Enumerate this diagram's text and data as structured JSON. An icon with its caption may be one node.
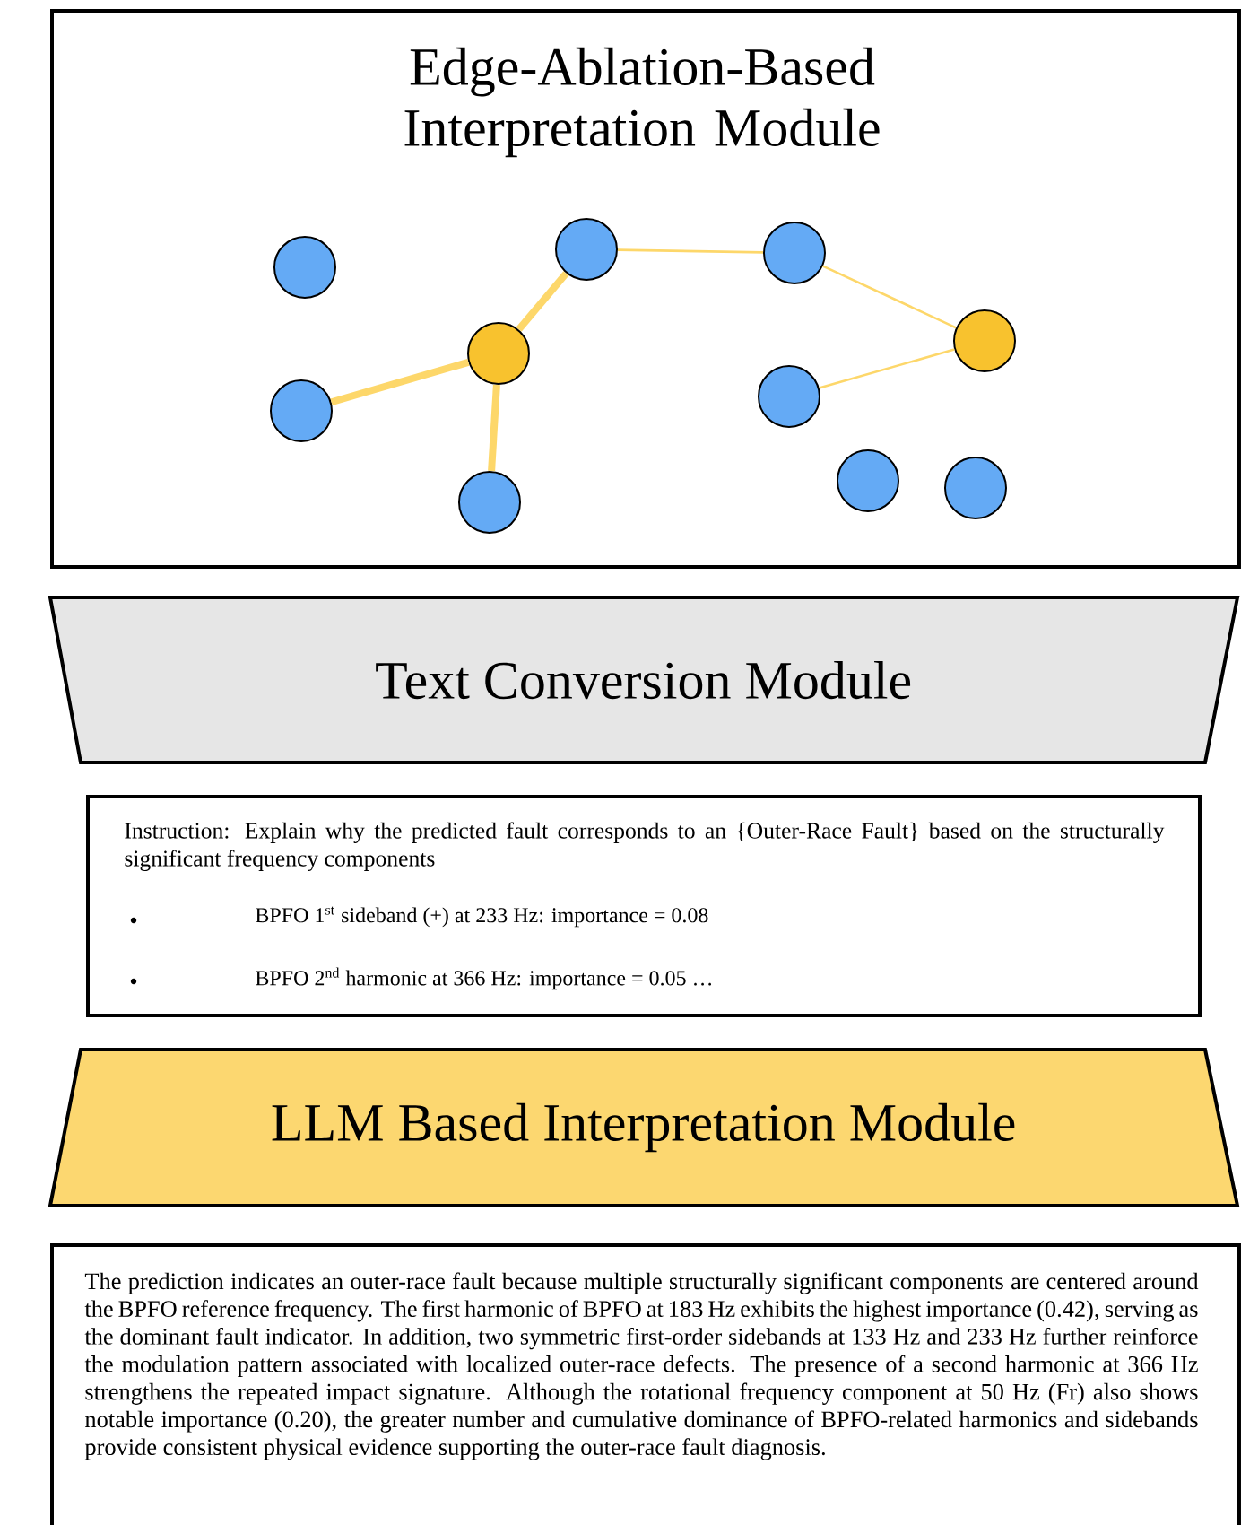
{
  "diagram": {
    "nodes": [
      {
        "text": [
          "Edge-Ablation-Based Interpretation Module"
        ]
      },
      {
        "text": [],
        "shape": "circle",
        "in": 0
      },
      {
        "text": [],
        "shape": "circle",
        "in": 0
      },
      {
        "text": [],
        "shape": "circle",
        "in": 0
      },
      {
        "text": [],
        "shape": "circle",
        "in": 0
      },
      {
        "text": [],
        "shape": "circle",
        "in": 0
      },
      {
        "text": [],
        "shape": "circle",
        "in": 0
      },
      {
        "text": [],
        "shape": "circle",
        "in": 0
      },
      {
        "text": [],
        "shape": "circle",
        "in": 0
      },
      {
        "text": [],
        "shape": "circle",
        "in": 0
      },
      {
        "text": [],
        "shape": "circle",
        "in": 0
      },
      {
        "text": [
          "Text Conversion Module"
        ]
      },
      {
        "text": [
          "Instruction: Explain why the predicted fault corresponds to an {Outer-Race Fault} based on the structurally significant frequency components",
          "BPFO 1$^{st}$ sideband (+) at 233 Hz: importance = 0.08",
          "BPFO 2$^{nd}$ harmonic at 366 Hz: importance = 0.05 …"
        ]
      },
      {
        "text": [
          "LLM Based Interpretation Module"
        ]
      },
      {
        "text": [
          "The prediction indicates an outer-race fault because multiple structurally significant components are centered around the BPFO reference frequency. The first harmonic of BPFO at 183 Hz exhibits the highest importance (0.42), serving as the dominant fault indicator. In addition, two symmetric first-order sidebands at 133 Hz and 233 Hz further reinforce the modulation pattern associated with localized outer-race defects. The presence of a second harmonic at 366 Hz strengthens the repeated impact signature. Although the rotational frequency component at 50 Hz (Fr) also shows notable importance (0.20), the greater number and cumulative dominance of BPFO-related harmonics and sidebands provide consistent physical evidence supporting the outer-race fault diagnosis."
        ]
      }
    ],
    "edges": [
      {
        "from": 2,
        "to": 3,
        "arrow": "none",
        "style": "thick"
      },
      {
        "from": 3,
        "to": 4,
        "arrow": "none",
        "style": "thick"
      },
      {
        "from": 3,
        "to": 5,
        "arrow": "none",
        "style": "thick"
      },
      {
        "from": 5,
        "to": 6,
        "arrow": "none"
      },
      {
        "from": 6,
        "to": 10,
        "arrow": "none"
      },
      {
        "from": 7,
        "to": 10,
        "arrow": "none"
      }
    ]
  }
}
